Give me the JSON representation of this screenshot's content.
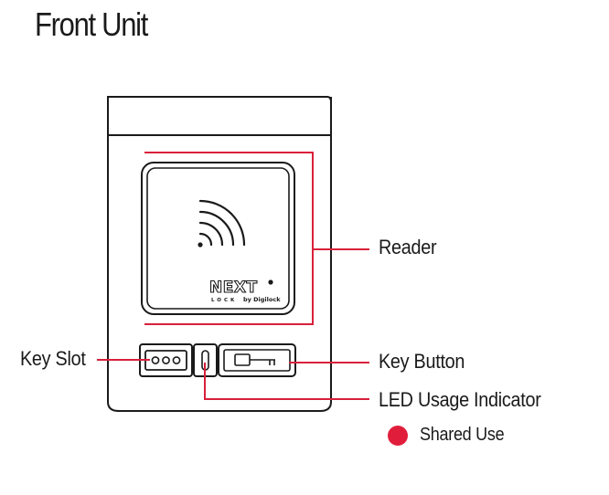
{
  "title": "Front Unit",
  "labels": {
    "reader": "Reader",
    "key_slot": "Key Slot",
    "key_button": "Key Button",
    "led_indicator": "LED Usage Indicator"
  },
  "legend": {
    "shared_use": "Shared Use",
    "shared_use_color": "#e01e3c"
  },
  "brand": {
    "logo_text": "NEXT LOCK by Digilock"
  },
  "colors": {
    "leader_line": "#d9203a",
    "outline": "#1a1a1a"
  }
}
